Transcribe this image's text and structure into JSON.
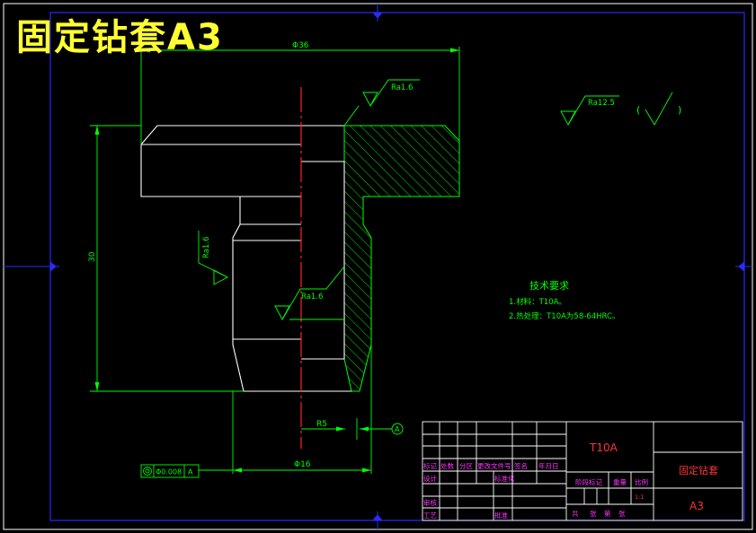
{
  "drawing": {
    "title": "固定钻套A3",
    "colors": {
      "background": "#000000",
      "border": "#0000ff",
      "part_outline": "#ffffff",
      "dimension": "#00ff00",
      "centerline": "#ff0000",
      "hatch": "#00ff00",
      "title_block_text": "#ff00ff",
      "title_block_red": "#ff3333",
      "title_text": "#ffff33"
    }
  },
  "dimensions": {
    "top_diameter": "Φ36",
    "height": "30",
    "bottom_diameter": "Φ16",
    "radius": "R5",
    "datum": "A"
  },
  "roughness": {
    "top": "Ra1.6",
    "left": "Ra1.6",
    "bore": "Ra1.6",
    "general": "Ra12.5"
  },
  "tolerance": {
    "value": "Φ0.008",
    "datum": "A"
  },
  "tech_requirements": {
    "heading": "技术要求",
    "line1": "1.材料：T10A。",
    "line2": "2.热处理：T10A为58-64HRC。"
  },
  "title_block": {
    "material": "T10A",
    "part_name": "固定钻套",
    "drawing_no": "A3",
    "scale_value": "1:1",
    "labels": {
      "mark": "标记",
      "count": "处数",
      "zone": "分区",
      "change_doc": "更改文件号",
      "signature": "签名",
      "date": "年月日",
      "design": "设计",
      "standardize": "标准化",
      "stage_mark": "阶段标记",
      "weight": "重量",
      "scale": "比例",
      "review": "审核",
      "process": "工艺",
      "approve": "批准",
      "sheets_total": "共",
      "sheets_unit": "张",
      "sheet_no": "第",
      "sheet_unit": "张"
    }
  }
}
